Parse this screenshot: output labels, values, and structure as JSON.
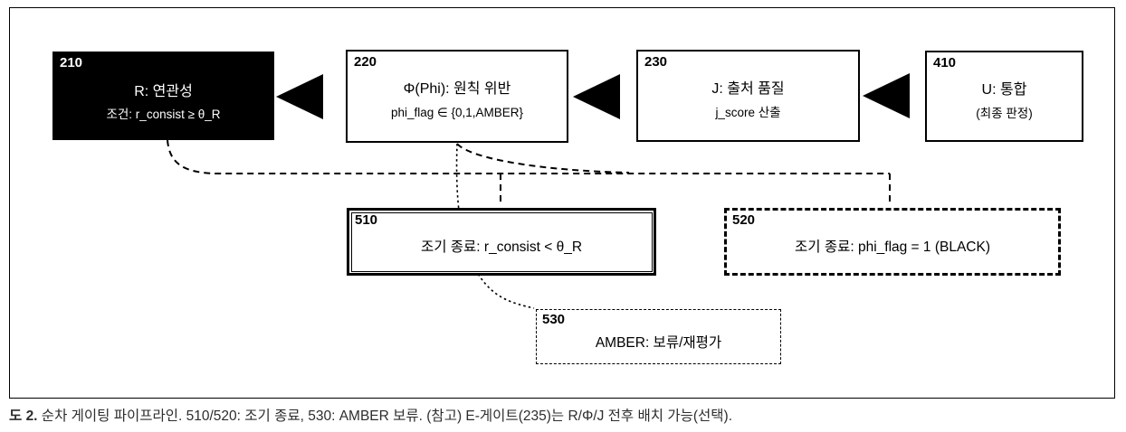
{
  "diagram": {
    "stage_boxes": [
      {
        "ref": "210",
        "title": "R: 연관성",
        "subtitle": "조건: r_consist ≥ θ_R"
      },
      {
        "ref": "220",
        "title": "Φ(Phi): 원칙 위반",
        "subtitle": "phi_flag ∈ {0,1,AMBER}"
      },
      {
        "ref": "230",
        "title": "J: 출처 품질",
        "subtitle": "j_score 산출"
      },
      {
        "ref": "410",
        "title": "U: 통합",
        "subtitle": "(최종 판정)"
      }
    ],
    "outcome_boxes": [
      {
        "ref": "510",
        "text": "조기 종료: r_consist < θ_R"
      },
      {
        "ref": "520",
        "text": "조기 종료: phi_flag = 1 (BLACK)"
      },
      {
        "ref": "530",
        "text": "AMBER: 보류/재평가"
      }
    ],
    "colors": {
      "line": "#000000",
      "filled_stage_bg": "#000000",
      "filled_stage_text": "#ffffff",
      "caption_text": "#2d2d2d"
    }
  },
  "caption": {
    "label": "도 2.",
    "text": " 순차 게이팅 파이프라인. 510/520: 조기 종료, 530: AMBER 보류. (참고) E-게이트(235)는 R/Φ/J 전후 배치 가능(선택)."
  }
}
